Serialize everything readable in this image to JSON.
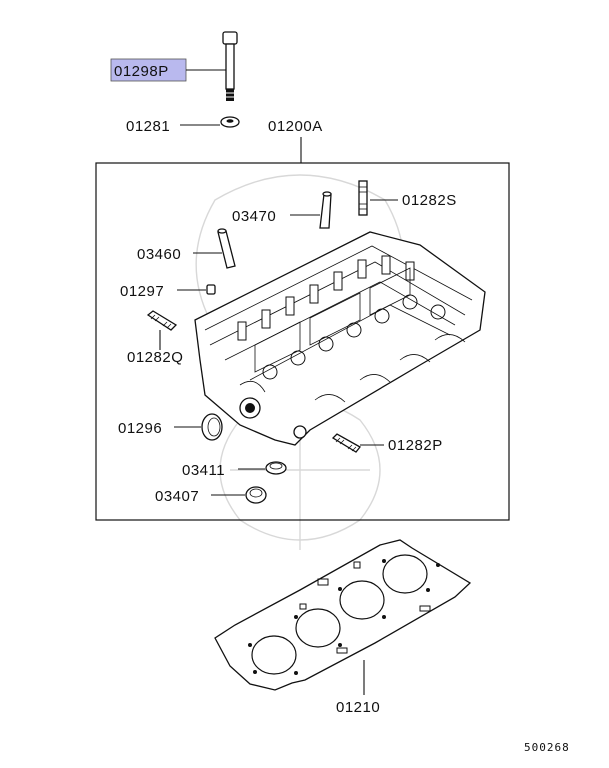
{
  "highlight_color": "#b9b9ee",
  "labels": {
    "bolt": "01298P",
    "washer": "01281",
    "head_assembly": "01200A",
    "stud_top": "01282S",
    "guide_upper": "03470",
    "guide_lower": "03460",
    "plug_small": "01297",
    "stud_left": "01282Q",
    "plug_cup": "01296",
    "stud_right": "01282P",
    "seal_a": "03411",
    "seal_b": "03407",
    "gasket": "01210"
  },
  "reference_code": "500268"
}
